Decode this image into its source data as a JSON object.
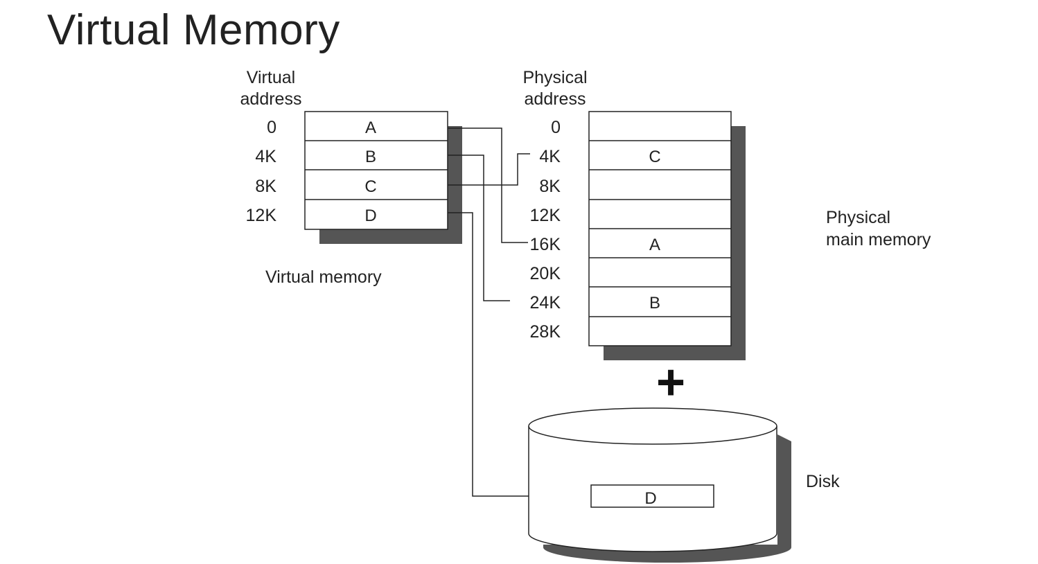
{
  "title": "Virtual Memory",
  "virtual_memory": {
    "header_line1": "Virtual",
    "header_line2": "address",
    "addresses": [
      "0",
      "4K",
      "8K",
      "12K"
    ],
    "pages": [
      "A",
      "B",
      "C",
      "D"
    ],
    "caption": "Virtual memory"
  },
  "physical_memory": {
    "header_line1": "Physical",
    "header_line2": "address",
    "addresses": [
      "0",
      "4K",
      "8K",
      "12K",
      "16K",
      "20K",
      "24K",
      "28K"
    ],
    "frames": [
      "",
      "C",
      "",
      "",
      "A",
      "",
      "B",
      ""
    ],
    "caption_line1": "Physical",
    "caption_line2": "main memory"
  },
  "plus_sign": "+",
  "disk": {
    "label": "Disk",
    "content": "D"
  },
  "colors": {
    "line": "#222222",
    "shadow": "#555555",
    "background": "#ffffff"
  }
}
